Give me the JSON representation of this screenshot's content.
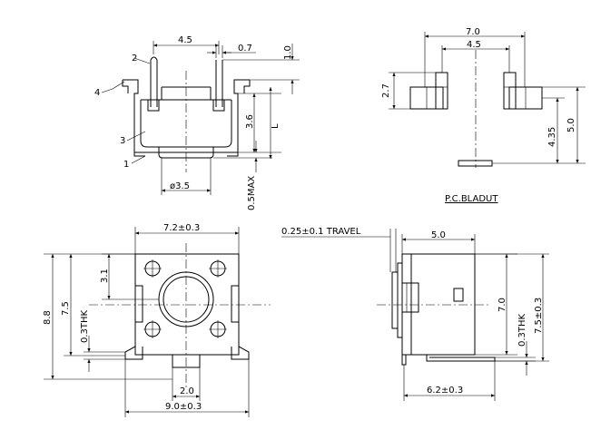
{
  "top_view": {
    "callouts": [
      "1",
      "2",
      "3",
      "4"
    ],
    "dims": {
      "width": "4.5",
      "lead": "0.7",
      "tip": "1.0",
      "height": "3.6",
      "l": "L",
      "max": "0.5MAX",
      "dia": "ø3.5"
    }
  },
  "pcb": {
    "title": "P.C.BLADUT",
    "dims": {
      "outer": "7.0",
      "inner": "4.5",
      "pad": "2.7",
      "height": "4.35",
      "total": "5.0"
    }
  },
  "front_view": {
    "dims": {
      "top": "7.2±0.3",
      "bottom": "9.0±0.3",
      "slot": "2.0",
      "height": "8.8",
      "mid": "7.5",
      "thk": "0.3THK",
      "offset": "3.1"
    }
  },
  "side_view": {
    "dims": {
      "travel": "0.25±0.1 TRAVEL",
      "width": "5.0",
      "body": "7.0",
      "thk": "0.3THK",
      "height": "7.5±0.3",
      "bottom": "6.2±0.3"
    }
  }
}
